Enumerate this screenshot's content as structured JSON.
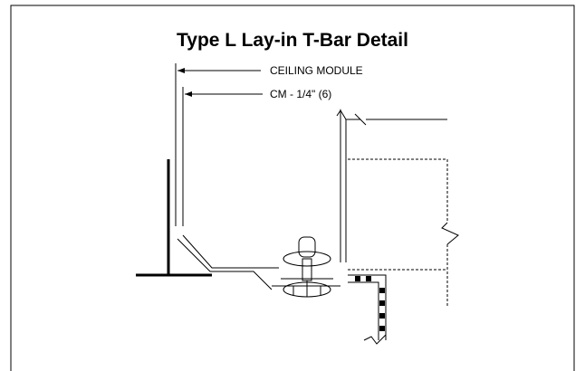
{
  "title": "Type L  Lay-in T-Bar Detail",
  "labels": {
    "ceiling_module": "CEILING MODULE",
    "cm_offset": "CM - 1/4\" (6)"
  }
}
